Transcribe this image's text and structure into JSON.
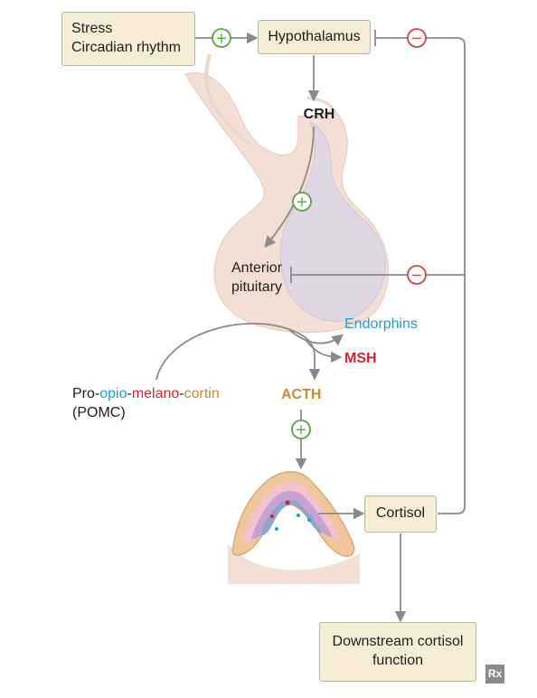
{
  "stress_box": {
    "line1": "Stress",
    "line2": "Circadian rhythm"
  },
  "hypothalamus": {
    "label": "Hypothalamus"
  },
  "crh": {
    "label": "CRH"
  },
  "anterior_pituitary": {
    "line1": "Anterior",
    "line2": "pituitary"
  },
  "endorphins": {
    "label": "Endorphins"
  },
  "msh": {
    "label": "MSH"
  },
  "acth": {
    "label": "ACTH"
  },
  "pomc": {
    "pro": "Pro-",
    "opio": "opio",
    "dash1": "-",
    "melano": "melano",
    "dash2": "-",
    "cortin": "cortin",
    "abbrev": "(POMC)"
  },
  "cortisol": {
    "label": "Cortisol"
  },
  "downstream": {
    "line1": "Downstream cortisol",
    "line2": "function"
  },
  "symbols": {
    "plus": "+",
    "minus": "−"
  },
  "logo": {
    "text": "Rx"
  },
  "colors": {
    "plus": "#5aa53c",
    "minus": "#d04545",
    "arrow": "#8a8a8a",
    "box_fill": "#f7ecd6",
    "opio": "#1a9fd0",
    "melano": "#d7232e",
    "cortin": "#c98a37"
  }
}
